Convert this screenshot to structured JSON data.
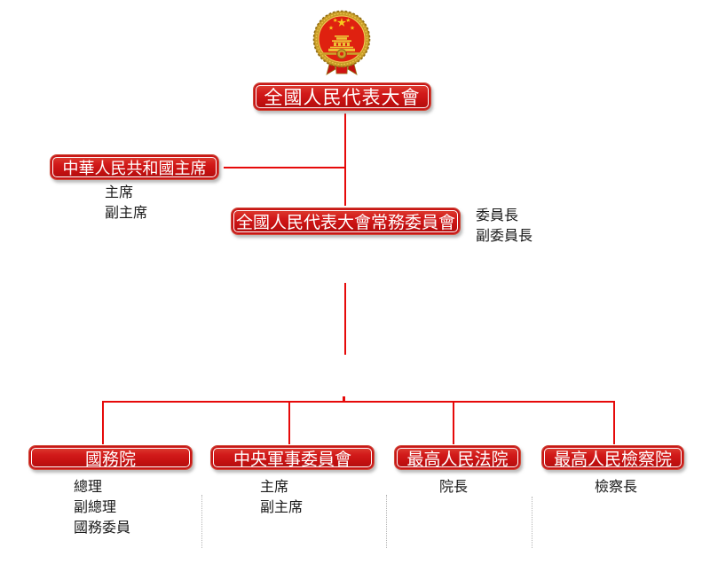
{
  "colors": {
    "box_red": "#d21a1a",
    "box_red_light": "#e04434",
    "box_red_dark": "#ab0d0d",
    "box_inner_border": "#ffffff",
    "connector_red": "#e60a0a",
    "box_text": "#ffffff",
    "label_text": "#1a1a1a",
    "separator_gray": "#b5b5b5",
    "emblem_gold": "#caa22a",
    "emblem_red": "#df2110"
  },
  "emblem": {
    "icon": "china-national-emblem"
  },
  "chart": {
    "root": {
      "label": "全國人民代表大會"
    },
    "president": {
      "label": "中華人民共和國主席",
      "roles": [
        "主席",
        "副主席"
      ]
    },
    "standing_committee": {
      "label": "全國人民代表大會常務委員會",
      "roles": [
        "委員長",
        "副委員長"
      ]
    },
    "branches": [
      {
        "label": "國務院",
        "roles": [
          "總理",
          "副總理",
          "國務委員"
        ]
      },
      {
        "label": "中央軍事委員會",
        "roles": [
          "主席",
          "副主席"
        ]
      },
      {
        "label": "最高人民法院",
        "roles": [
          "院長"
        ]
      },
      {
        "label": "最高人民檢察院",
        "roles": [
          "檢察長"
        ]
      }
    ]
  }
}
